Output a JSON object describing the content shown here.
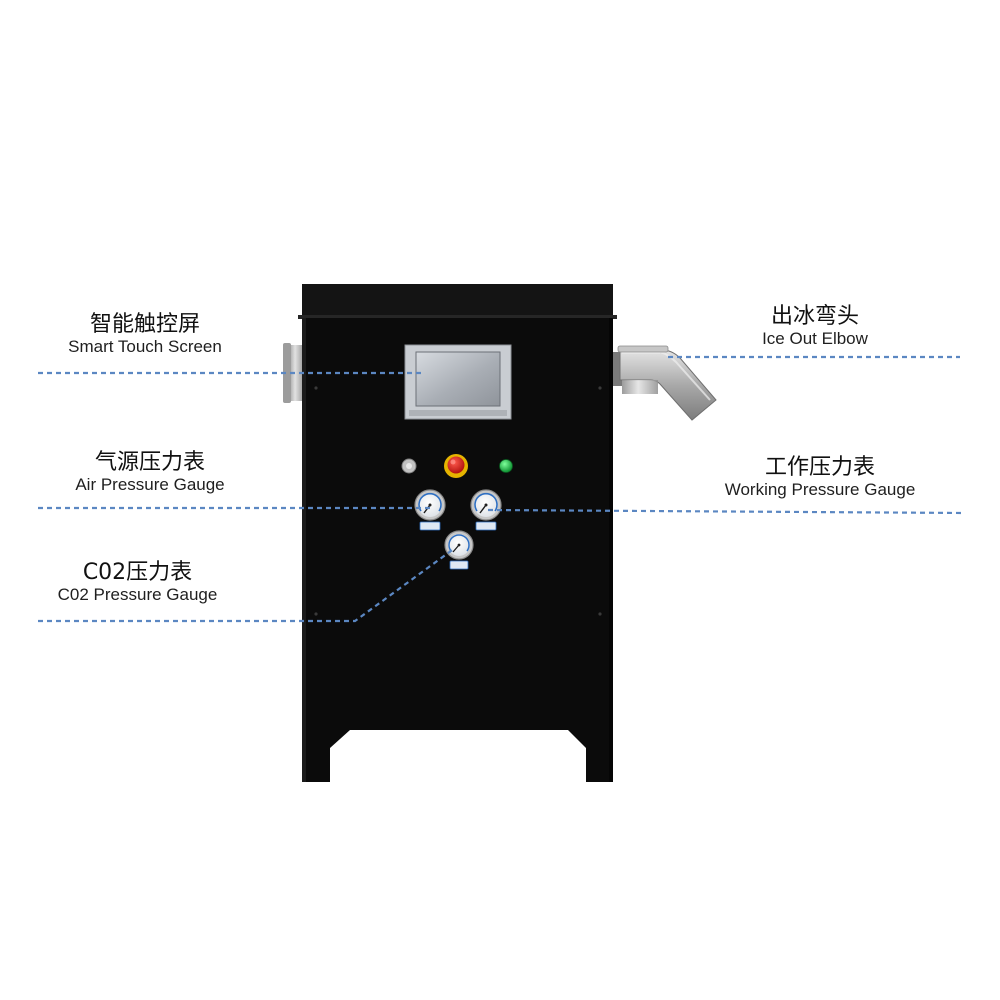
{
  "callouts": {
    "touch_screen": {
      "cn": "智能触控屏",
      "en": "Smart Touch Screen"
    },
    "air_gauge": {
      "cn": "气源压力表",
      "en": "Air Pressure Gauge"
    },
    "co2_gauge": {
      "cn": "C02压力表",
      "en": "C02 Pressure Gauge"
    },
    "ice_elbow": {
      "cn": "出冰弯头",
      "en": "Ice Out Elbow"
    },
    "working_gauge": {
      "cn": "工作压力表",
      "en": "Working Pressure Gauge"
    }
  },
  "colors": {
    "leader_line": "#5b87c2",
    "cabinet": "#0b0b0b",
    "emergency_button": "#d8231f",
    "indicator_light": "#22b14c",
    "steel": "#b9b9b9"
  }
}
